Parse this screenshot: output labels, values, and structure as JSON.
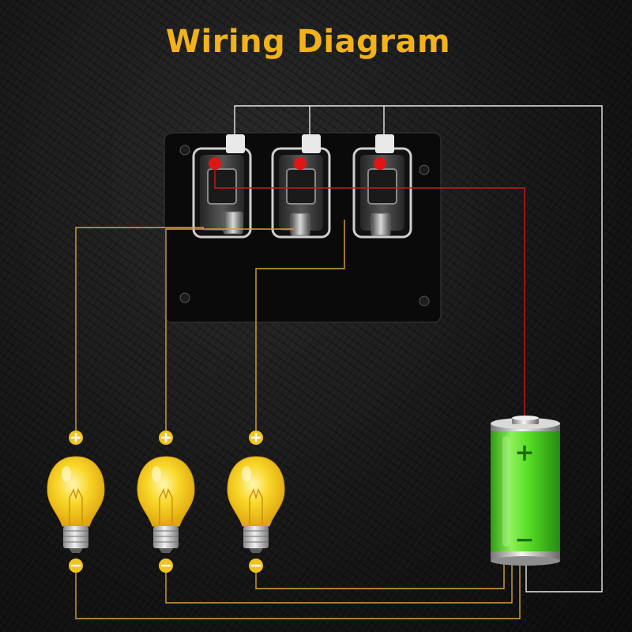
{
  "title": "Wiring Diagram",
  "components": {
    "panel": {
      "switch_count": 3
    },
    "bulbs": {
      "count": 3,
      "terminal_top": "+",
      "terminal_bottom": "−"
    },
    "battery": {
      "positive_label": "+",
      "negative_label": "−"
    }
  },
  "colors": {
    "title": "#f2b21c",
    "load_wire": "#d8a436",
    "ground_wire": "#d8a436",
    "power_wire": "#c41d1d",
    "signal_wire": "#e8e8e8",
    "battery_body": "#49d820",
    "bulb": "#f7d21a"
  }
}
